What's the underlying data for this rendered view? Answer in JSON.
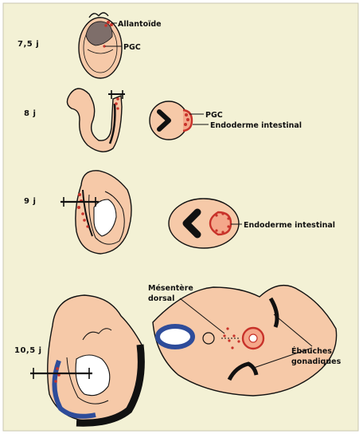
{
  "colors": {
    "background": "#f3f1d5",
    "embryo": "#f6c9a8",
    "outline": "#111111",
    "pgc": "#c8322a",
    "endoderm_fill": "#f4a78a",
    "dorsal_aorta": "#2e4c9a",
    "allantois": "#7e6e6a"
  },
  "stages": {
    "s75": "7,5 j",
    "s8": "8 j",
    "s9": "9 j",
    "s105": "10,5 j"
  },
  "labels": {
    "allantoide": "Allantoïde",
    "pgc_1": "PGC",
    "pgc_2": "PGC",
    "endoderme_1": "Endoderme intestinal",
    "endoderme_2": "Endoderme intestinal",
    "mesentere_line1": "Mésentère",
    "mesentere_line2": "dorsal",
    "ebauches_line1": "Ébauches",
    "ebauches_line2": "gonadiques"
  }
}
